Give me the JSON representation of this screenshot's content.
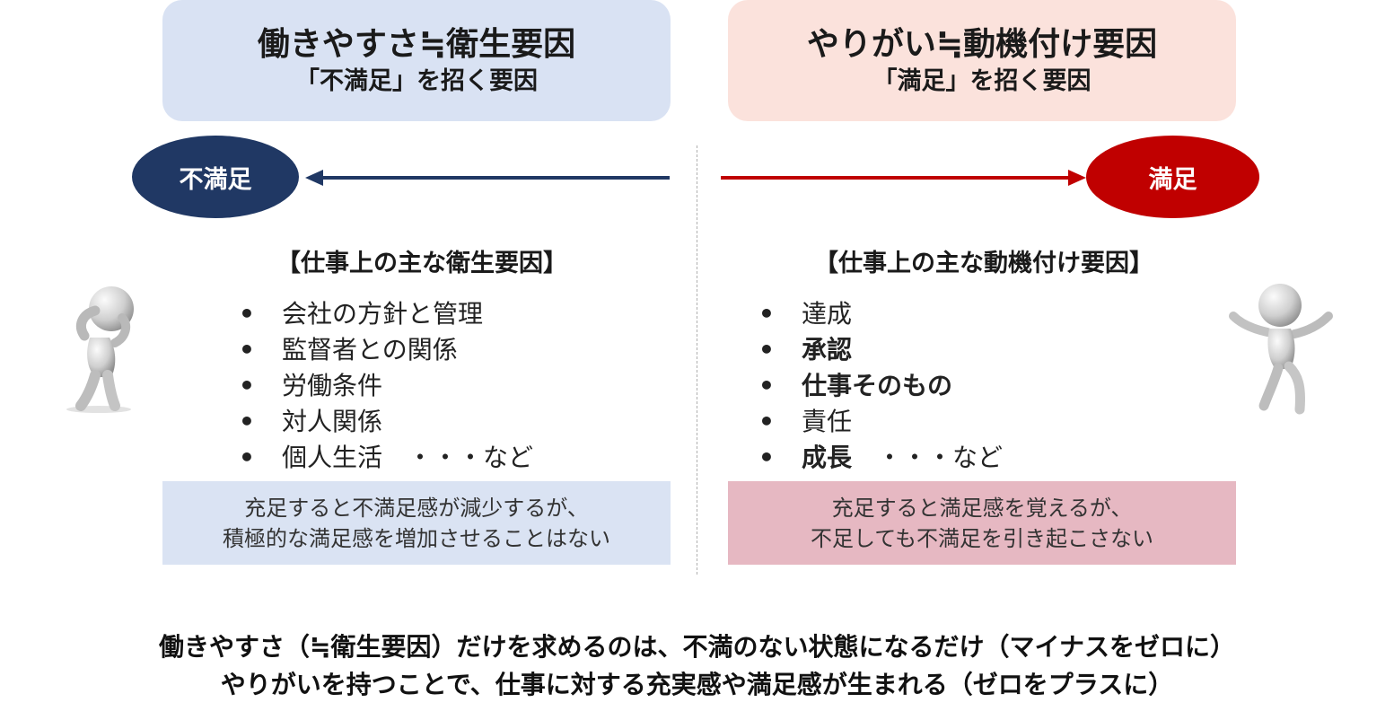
{
  "left": {
    "title": "働きやすさ≒衛生要因",
    "subtitle": "「不満足」を招く要因",
    "ellipse_label": "不満足",
    "heading": "【仕事上の主な衛生要因】",
    "items": [
      {
        "text": "会社の方針と管理",
        "suffix": ""
      },
      {
        "text": "監督者との関係",
        "suffix": ""
      },
      {
        "text": "労働条件",
        "suffix": ""
      },
      {
        "text": "対人関係",
        "suffix": ""
      },
      {
        "text": "個人生活",
        "suffix": "　・・・など"
      }
    ],
    "note_line1": "充足すると不満足感が減少するが、",
    "note_line2": "積極的な満足感を増加させることはない"
  },
  "right": {
    "title": "やりがい≒動機付け要因",
    "subtitle": "「満足」を招く要因",
    "ellipse_label": "満足",
    "heading": "【仕事上の主な動機付け要因】",
    "items": [
      {
        "text": "達成",
        "suffix": ""
      },
      {
        "text": "承認",
        "suffix": ""
      },
      {
        "text": "仕事そのもの",
        "suffix": ""
      },
      {
        "text": "責任",
        "suffix": ""
      },
      {
        "text": "成長",
        "suffix": "　・・・など"
      }
    ],
    "note_line1": "充足すると満足感を覚えるが、",
    "note_line2": "不足しても不満足を引き起こさない"
  },
  "bullet": "•",
  "summary": {
    "line1": "働きやすさ（≒衛生要因）だけを求めるのは、不満のない状態になるだけ（マイナスをゼロに）",
    "line2": "やりがいを持つことで、仕事に対する充実感や満足感が生まれる（ゼロをプラスに）"
  },
  "colors": {
    "left_box": "#d9e2f3",
    "right_box": "#fbe2dc",
    "dissatisfaction": "#203864",
    "satisfaction": "#c00000",
    "left_note": "#dae3f3",
    "right_note": "#e6b8c2"
  },
  "icons": {
    "left_figure": "worried-person-icon",
    "right_figure": "jumping-person-icon"
  }
}
